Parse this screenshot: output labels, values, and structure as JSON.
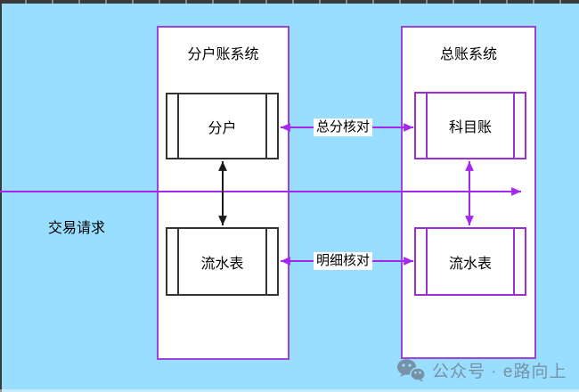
{
  "left_container": {
    "title": "分户账系统",
    "top_box": "分户",
    "bottom_box": "流水表"
  },
  "right_container": {
    "title": "总账系统",
    "top_box": "科目账",
    "bottom_box": "流水表"
  },
  "connectors": {
    "transaction_request": "交易请求",
    "total_reconciliation": "总分核对",
    "detail_reconciliation": "明细核对"
  },
  "watermark": {
    "icon": "wechat-icon",
    "text": "公众号 · e路向上"
  },
  "colors": {
    "background": "#99ddff",
    "container_border": "#9c43dd",
    "purple_box_border": "#9b2fd6",
    "black_box_border": "#333333",
    "arrow_purple": "#a428f0",
    "arrow_black": "#1a1a1a",
    "label_text": "#000000",
    "watermark_gray": "#6e8090",
    "ruler_dark": "#3a3a3a"
  }
}
